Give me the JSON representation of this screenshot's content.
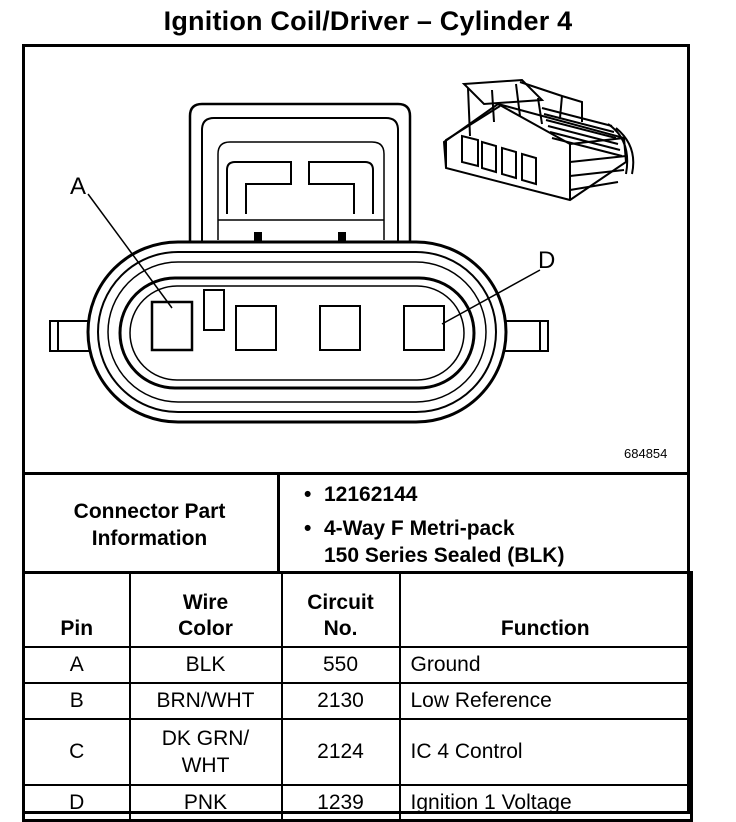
{
  "title": "Ignition Coil/Driver – Cylinder 4",
  "diagram": {
    "figure_number": "684854",
    "pin_labels": {
      "first": "A",
      "last": "D"
    },
    "icons": [
      "connector-face-icon",
      "connector-3d-icon"
    ]
  },
  "connector_info": {
    "label_line1": "Connector Part",
    "label_line2": "Information",
    "items": [
      {
        "line1": "12162144",
        "line2": ""
      },
      {
        "line1": "4-Way F Metri-pack",
        "line2": "150 Series Sealed (BLK)"
      }
    ],
    "bullet": "•"
  },
  "table": {
    "headers": {
      "pin": "Pin",
      "wire_color_1": "Wire",
      "wire_color_2": "Color",
      "circuit_1": "Circuit",
      "circuit_2": "No.",
      "function": "Function"
    },
    "rows": [
      {
        "pin": "A",
        "wire_1": "BLK",
        "wire_2": "",
        "circuit": "550",
        "function": "Ground"
      },
      {
        "pin": "B",
        "wire_1": "BRN/WHT",
        "wire_2": "",
        "circuit": "2130",
        "function": "Low Reference"
      },
      {
        "pin": "C",
        "wire_1": "DK GRN/",
        "wire_2": "WHT",
        "circuit": "2124",
        "function": "IC 4 Control"
      },
      {
        "pin": "D",
        "wire_1": "PNK",
        "wire_2": "",
        "circuit": "1239",
        "function": "Ignition 1 Voltage"
      }
    ]
  }
}
